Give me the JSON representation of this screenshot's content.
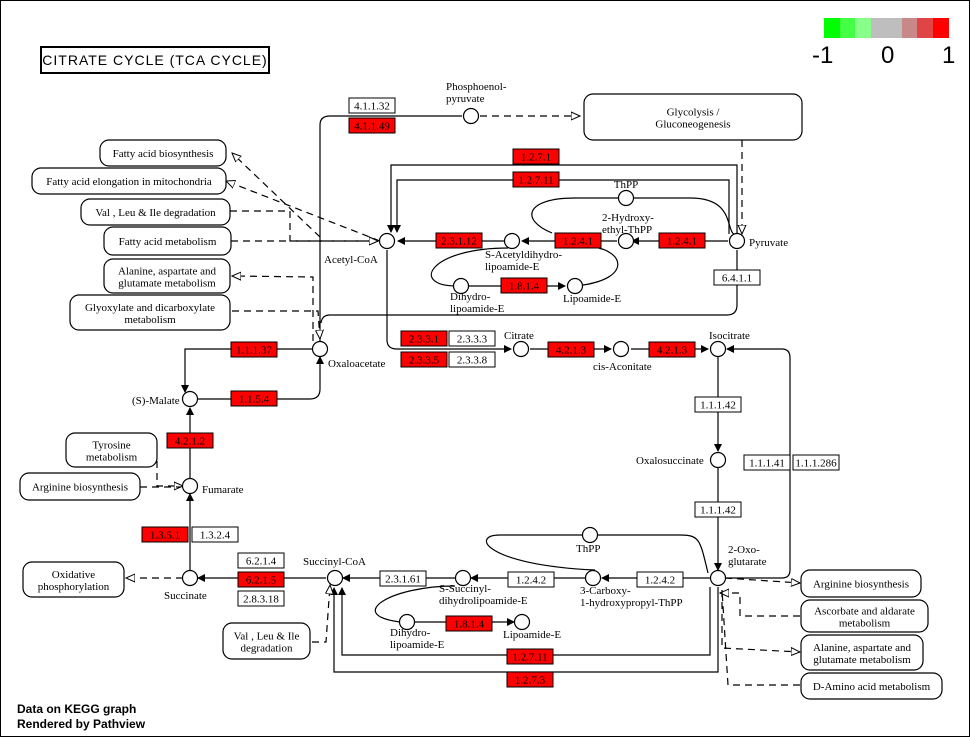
{
  "title": "CITRATE  CYCLE  (TCA CYCLE)",
  "credit": [
    "Data on KEGG graph",
    "Rendered by Pathview"
  ],
  "legend": {
    "ticks": [
      "-1",
      "0",
      "1"
    ],
    "colors": [
      "#00ff00",
      "#44ff44",
      "#88ff88",
      "#bebebe",
      "#bebebe",
      "#c88888",
      "#e04444",
      "#ff0000"
    ]
  },
  "colors": {
    "up": "#ff0000",
    "none": "#ffffff"
  },
  "compounds": {
    "phosphoenolpyruvate": "Phosphoenol-\npyruvate",
    "acetyl_coa": "Acetyl-CoA",
    "pyruvate": "Pyruvate",
    "thpp_top": "ThPP",
    "hydroxyethyl_thpp": "2-Hydroxy-\nethyl-ThPP",
    "s_acetyldihydrolipoamide": "S-Acetyldihydro-\nlipoamide-E",
    "dihydrolipoamide_top": "Dihydro-\nlipoamide-E",
    "lipoamide_top": "Lipoamide-E",
    "oxaloacetate": "Oxaloacetate",
    "citrate": "Citrate",
    "cis_aconitate": "cis-Aconitate",
    "isocitrate": "Isocitrate",
    "s_malate": "(S)-Malate",
    "oxalosuccinate": "Oxalosuccinate",
    "fumarate": "Fumarate",
    "oxoglutarate": "2-Oxo-\nglutarate",
    "succinate": "Succinate",
    "succinyl_coa": "Succinyl-CoA",
    "thpp_bottom": "ThPP",
    "s_succinyl": "S-Succinyl-\ndihydrolipoamide-E",
    "carboxy": "3-Carboxy-\n1-hydroxypropyl-ThPP",
    "dihydrolipoamide_bottom": "Dihydro-\nlipoamide-E",
    "lipoamide_bottom": "Lipoamide-E"
  },
  "maps": {
    "glycolysis": "Glycolysis /\nGluconeogenesis",
    "fa_biosynthesis": "Fatty acid biosynthesis",
    "fa_elongation": "Fatty acid elongation in mitochondria",
    "val_leu_ile_top": "Val , Leu & Ile degradation",
    "fa_metabolism": "Fatty acid metabolism",
    "ala_asp_glu_left": "Alanine, aspartate and\nglutamate metabolism",
    "glyoxylate": "Glyoxylate and dicarboxylate\nmetabolism",
    "tyrosine": "Tyrosine\nmetabolism",
    "arginine_left": "Arginine biosynthesis",
    "oxphos": "Oxidative\nphosphorylation",
    "val_leu_ile_bottom": "Val , Leu & Ile\ndegradation",
    "arginine_right": "Arginine biosynthesis",
    "ascorbate": "Ascorbate and aldarate\nmetabolism",
    "ala_asp_glu_right": "Alanine, aspartate and\nglutamate metabolism",
    "d_amino": "D-Amino acid metabolism"
  },
  "enzymes": {
    "e4_1_1_32": "4.1.1.32",
    "e4_1_1_49": "4.1.1.49",
    "e1_2_7_1": "1.2.7.1",
    "e1_2_7_11_top": "1.2.7.11",
    "e2_3_1_12": "2.3.1.12",
    "e1_2_4_1_mid": "1.2.4.1",
    "e1_2_4_1_right": "1.2.4.1",
    "e1_8_1_4_top": "1.8.1.4",
    "e6_4_1_1": "6.4.1.1",
    "e2_3_3_1": "2.3.3.1",
    "e2_3_3_3": "2.3.3.3",
    "e2_3_3_5": "2.3.3.5",
    "e2_3_3_8": "2.3.3.8",
    "e4_2_1_3_left": "4.2.1.3",
    "e4_2_1_3_right": "4.2.1.3",
    "e1_1_1_37": "1.1.1.37",
    "e1_1_5_4": "1.1.5.4",
    "e4_2_1_2": "4.2.1.2",
    "e1_1_1_42_top": "1.1.1.42",
    "e1_1_1_41": "1.1.1.41",
    "e1_1_1_286": "1.1.1.286",
    "e1_1_1_42_bottom": "1.1.1.42",
    "e1_3_5_1": "1.3.5.1",
    "e1_3_2_4": "1.3.2.4",
    "e6_2_1_4": "6.2.1.4",
    "e6_2_1_5": "6.2.1.5",
    "e2_8_3_18": "2.8.3.18",
    "e2_3_1_61": "2.3.1.61",
    "e1_2_4_2_left": "1.2.4.2",
    "e1_2_4_2_right": "1.2.4.2",
    "e1_8_1_4_bottom": "1.8.1.4",
    "e1_2_7_11_bottom": "1.2.7.11",
    "e1_2_7_3": "1.2.7.3"
  }
}
